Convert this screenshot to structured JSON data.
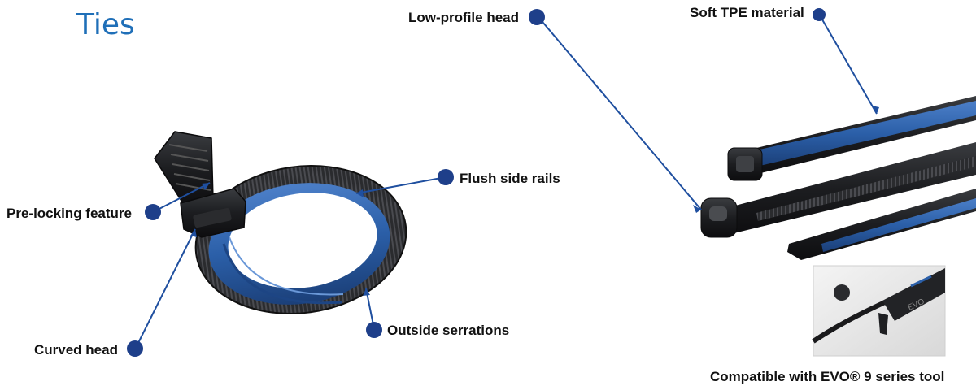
{
  "title": "Ties",
  "colors": {
    "title": "#1f6fb8",
    "callout_dot": "#1e3f8a",
    "leader_line": "#1f4f9f",
    "tie_black": "#1c1d20",
    "tie_blue": "#2b5fa8"
  },
  "callouts": {
    "pre_locking": "Pre-locking feature",
    "curved_head": "Curved head",
    "flush_rails": "Flush side rails",
    "outside_serrations": "Outside serrations",
    "low_profile_head": "Low-profile head",
    "soft_tpe": "Soft TPE material"
  },
  "inset_caption": "Compatible with EVO® 9 series tool",
  "inset_tool_mark": "EVO"
}
